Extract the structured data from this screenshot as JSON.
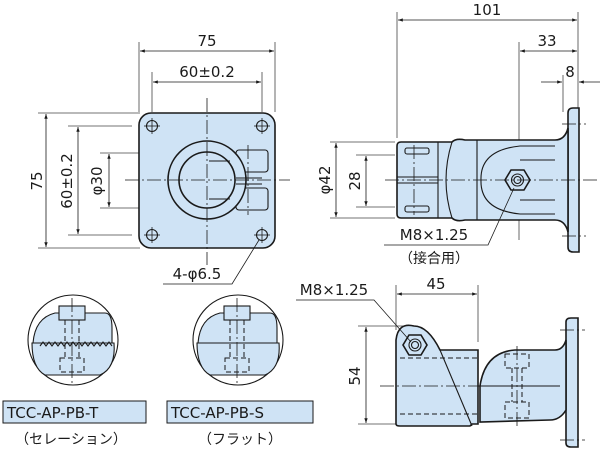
{
  "drawing": {
    "top_view": {
      "dim_width_overall": "75",
      "dim_hole_pitch_x": "60±0.2",
      "dim_height_overall": "75",
      "dim_hole_pitch_y": "60±0.2",
      "dim_bore": "φ30",
      "dim_holes": "4-φ6.5"
    },
    "side_view": {
      "dim_length_overall": "101",
      "dim_to_center": "33",
      "dim_flange_thickness": "8",
      "dim_outer_diameter": "φ42",
      "dim_inner": "28",
      "thread_callout": "M8×1.25",
      "thread_note": "（接合用）"
    },
    "front_view": {
      "thread_callout": "M8×1.25",
      "dim_width": "45",
      "dim_height": "54"
    },
    "variants": [
      {
        "model": "TCC-AP-PB-T",
        "description": "（セレーション）"
      },
      {
        "model": "TCC-AP-PB-S",
        "description": "（フラット）"
      }
    ]
  },
  "colors": {
    "part_fill": "#cfe3f5",
    "line": "#1a1a1a"
  }
}
